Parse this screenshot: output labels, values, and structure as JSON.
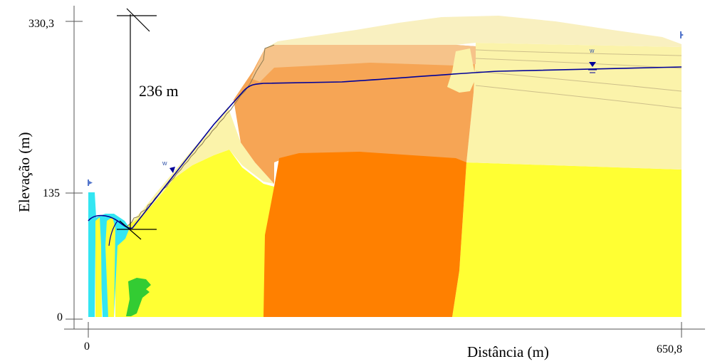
{
  "figure": {
    "y_axis_label": "Elevação (m)",
    "x_axis_label": "Distância (m)",
    "y_ticks": [
      "330,3",
      "135",
      "0"
    ],
    "x_ticks": [
      "0",
      "650,8"
    ],
    "height_annotation": "236 m",
    "water_marker_symbol": "w"
  },
  "colors": {
    "yellow_layer": "#ffff33",
    "orange_core": "#ff8000",
    "light_orange": "#f6a555",
    "pale_yellow": "#fbf3aa",
    "top_cover": "#f9f0c0",
    "pale_peach": "#f6c38a",
    "cyan_water": "#33e6f2",
    "green_patch": "#33cc33",
    "phreatic_line": "#000099"
  }
}
